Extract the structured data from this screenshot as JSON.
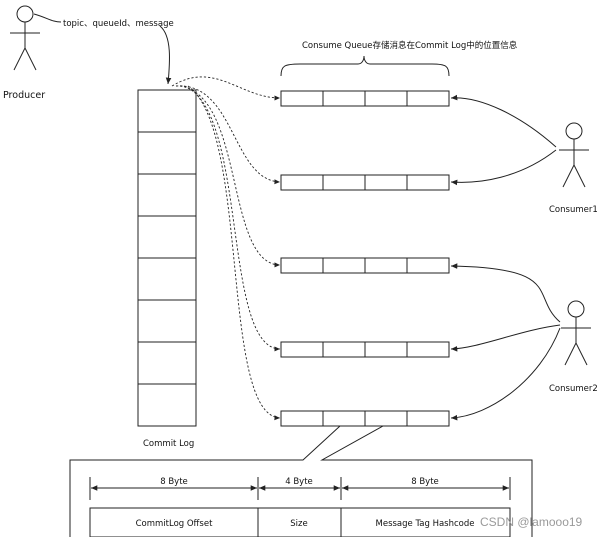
{
  "producer": {
    "label": "Producer",
    "message_label": "topic、queueId、message"
  },
  "commit_log": {
    "label": "Commit Log"
  },
  "consume_queue": {
    "caption": "Consume Queue存储消息在Commit Log中的位置信息"
  },
  "consumers": [
    {
      "label": "Consumer1"
    },
    {
      "label": "Consumer2"
    }
  ],
  "entry": {
    "fields": [
      {
        "size": "8 Byte",
        "name": "CommitLog Offset"
      },
      {
        "size": "4 Byte",
        "name": "Size"
      },
      {
        "size": "8 Byte",
        "name": "Message Tag Hashcode"
      }
    ]
  },
  "watermark": "CSDN @lamooo19",
  "colors": {
    "stroke": "#222222",
    "text": "#111111",
    "watermark": "#9a9a9a"
  }
}
